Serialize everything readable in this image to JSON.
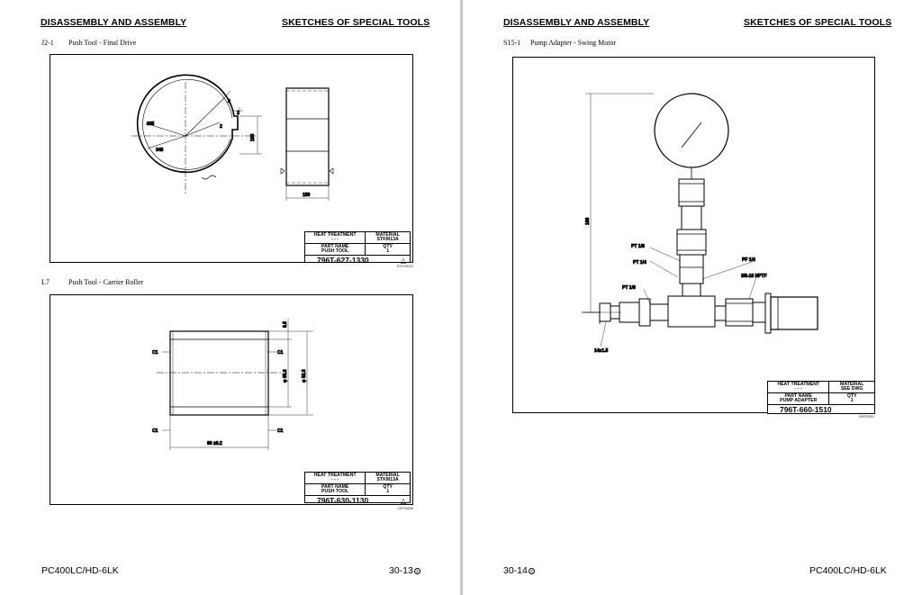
{
  "left_page": {
    "header_left": "DISASSEMBLY AND ASSEMBLY",
    "header_right": "SKETCHES OF SPECIAL TOOLS",
    "tool1": {
      "number": "J2-1",
      "title": "Push Tool - Final Drive",
      "dims": {
        "d_365": "365",
        "d_349": "349",
        "d_8": "8",
        "d_2a": "2",
        "d_2b": "2",
        "d_100": "100",
        "d_150": "150"
      },
      "title_block": {
        "heat_label": "HEAT TREATMENT",
        "heat_value": "- - -",
        "material_label": "MATERIAL",
        "material_value": "STKM13A",
        "part_label": "PART NAME",
        "part_value": "PUSH TOOL",
        "qty_label": "QTY",
        "qty_value": "1",
        "part_number": "796T-627-1330",
        "revision_mark": "△"
      },
      "drawing_code": "EGP05009"
    },
    "tool2": {
      "number": "L7",
      "title": "Push Tool - Carrier Roller",
      "dims": {
        "c1": "C1",
        "d_85": "8.5",
        "d_656": "φ 65.6",
        "d_826": "φ 82.6",
        "d_90": "90 ±0.2"
      },
      "title_block": {
        "heat_label": "HEAT TREATMENT",
        "heat_value": "- - -",
        "material_label": "MATERIAL",
        "material_value": "STKM13A",
        "part_label": "PART NAME",
        "part_value": "PUSH TOOL",
        "qty_label": "QTY",
        "qty_value": "1",
        "part_number": "796T-630-1130",
        "revision_mark": "△"
      },
      "drawing_code": "CGP05006"
    },
    "footer_model": "PC400LC/HD-6LK",
    "footer_page": "30-13",
    "footer_rev": "3"
  },
  "right_page": {
    "header_left": "DISASSEMBLY AND ASSEMBLY",
    "header_right": "SKETCHES OF SPECIAL TOOLS",
    "tool1": {
      "number": "S15-1",
      "title": "Pump Adapter - Swing Motor",
      "labels": {
        "pt18_top": "PT 1/8",
        "pt14": "PT 1/4",
        "pt18_low": "PT 1/8",
        "pf14": "PF 1/4",
        "nptf": "3/8-18 NPTF",
        "m14": "14x1.5",
        "d_160": "160"
      },
      "title_block": {
        "heat_label": "HEAT TREATMENT",
        "heat_value": "- - -",
        "material_label": "MATERIAL",
        "material_value": "SEE DWG",
        "part_label": "PART NAME",
        "part_value": "PUMP ADAPTER",
        "qty_label": "QTY",
        "qty_value": "1",
        "part_number": "796T-660-1510"
      },
      "drawing_code": "D6P02551"
    },
    "footer_page": "30-14",
    "footer_rev": "3",
    "footer_model": "PC400LC/HD-6LK"
  }
}
